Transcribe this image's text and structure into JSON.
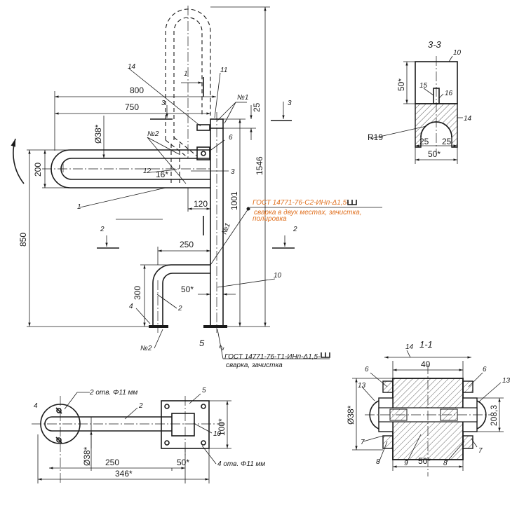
{
  "drawing": {
    "main_view": {
      "dims": {
        "d800": "800",
        "d750": "750",
        "d38": "Ø38*",
        "d200": "200",
        "d850": "850",
        "d16": "16*",
        "d120": "120",
        "d250": "250",
        "d300": "300",
        "d50": "50*",
        "d1001": "1001",
        "d1546": "1546",
        "d25": "25"
      },
      "callouts": {
        "c14": "14",
        "c11": "11",
        "c1a": "1",
        "c3a": "3",
        "c3b": "3",
        "c3c": "3",
        "n1a": "№1",
        "n2a": "№2",
        "c6": "6",
        "c12": "12",
        "c1b": "1",
        "c2a": "2",
        "c2b": "2",
        "n1b": "№1",
        "c10": "10",
        "c2c": "2",
        "c4": "4",
        "n2b": "№2",
        "c5": "5",
        "c2d": "2"
      },
      "weld_note_top": "ГОСТ 14771-76-С2-ИНп-Δ1,5-",
      "weld_note_top_2": "сварка в двух местах, зачистка,",
      "weld_note_top_3": "полировка",
      "weld_note_bottom": "ГОСТ 14771-76-Т1-ИНп-Δ1,5-",
      "weld_note_bottom_2": "сварка, зачистка"
    },
    "section_3": {
      "title": "3-3",
      "dims": {
        "d50": "50*",
        "r19": "R19",
        "d25a": "25",
        "d25b": "25",
        "d50b": "50*"
      },
      "callouts": {
        "c10": "10",
        "c15": "15",
        "c16": "16",
        "c14": "14"
      }
    },
    "plan_view": {
      "notes": {
        "holes2": "2 отв. Φ11 мм",
        "holes4": "4 отв. Φ11 мм"
      },
      "dims": {
        "d38": "Ø38*",
        "d250": "250",
        "d50": "50*",
        "d346": "346*",
        "d100": "100*"
      },
      "callouts": {
        "c4": "4",
        "c2": "2",
        "c5": "5",
        "c10": "10"
      }
    },
    "section_1": {
      "title": "1-1",
      "dims": {
        "d40": "40",
        "d38": "Ø38*",
        "d208": "208,3",
        "d50": "50*"
      },
      "callouts": {
        "c14": "14",
        "c6a": "6",
        "c6b": "6",
        "c13a": "13",
        "c13b": "13",
        "c7a": "7",
        "c7b": "7",
        "c8a": "8",
        "c8b": "8",
        "c9": "9"
      }
    }
  }
}
